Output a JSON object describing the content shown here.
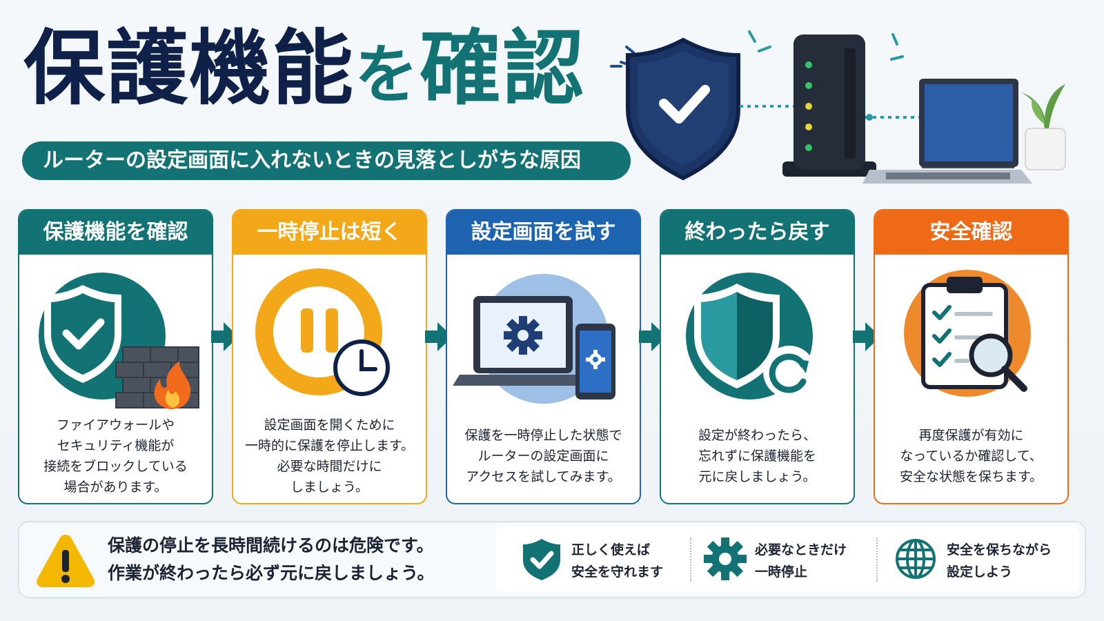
{
  "header": {
    "title_part1": "保護機能",
    "title_part2": "を",
    "title_part3": "確認",
    "subtitle": "ルーターの設定画面に入れないときの見落としがちな原因"
  },
  "colors": {
    "navy": "#0f2148",
    "teal": "#137273",
    "yellow": "#f2a818",
    "blue": "#1e63b0",
    "orange": "#ef6a16"
  },
  "steps": [
    {
      "title": "保護機能を確認",
      "text": "ファイアウォールや\nセキュリティ機能が\n接続をブロックしている\n場合があります。",
      "icon": "shield-firewall-icon"
    },
    {
      "title": "一時停止は短く",
      "text": "設定画面を開くために\n一時的に保護を停止します。\n必要な時間だけに\nしましょう。",
      "icon": "pause-clock-icon"
    },
    {
      "title": "設定画面を試す",
      "text": "保護を一時停止した状態で\nルーターの設定画面に\nアクセスを試してみます。",
      "icon": "laptop-phone-settings-icon"
    },
    {
      "title": "終わったら戻す",
      "text": "設定が終わったら、\n忘れずに保護機能を\n元に戻しましょう。",
      "icon": "shield-restore-icon"
    },
    {
      "title": "安全確認",
      "text": "再度保護が有効に\nなっているか確認して、\n安全な状態を保ちます。",
      "icon": "clipboard-check-icon"
    }
  ],
  "warning": {
    "text": "保護の停止を長時間続けるのは危険です。\n作業が終わったら必ず元に戻しましょう。",
    "icon": "warning-icon"
  },
  "tips": [
    {
      "text": "正しく使えば\n安全を守れます",
      "icon": "shield-check-icon"
    },
    {
      "text": "必要なときだけ\n一時停止",
      "icon": "gear-icon"
    },
    {
      "text": "安全を保ちながら\n設定しよう",
      "icon": "globe-icon"
    }
  ]
}
